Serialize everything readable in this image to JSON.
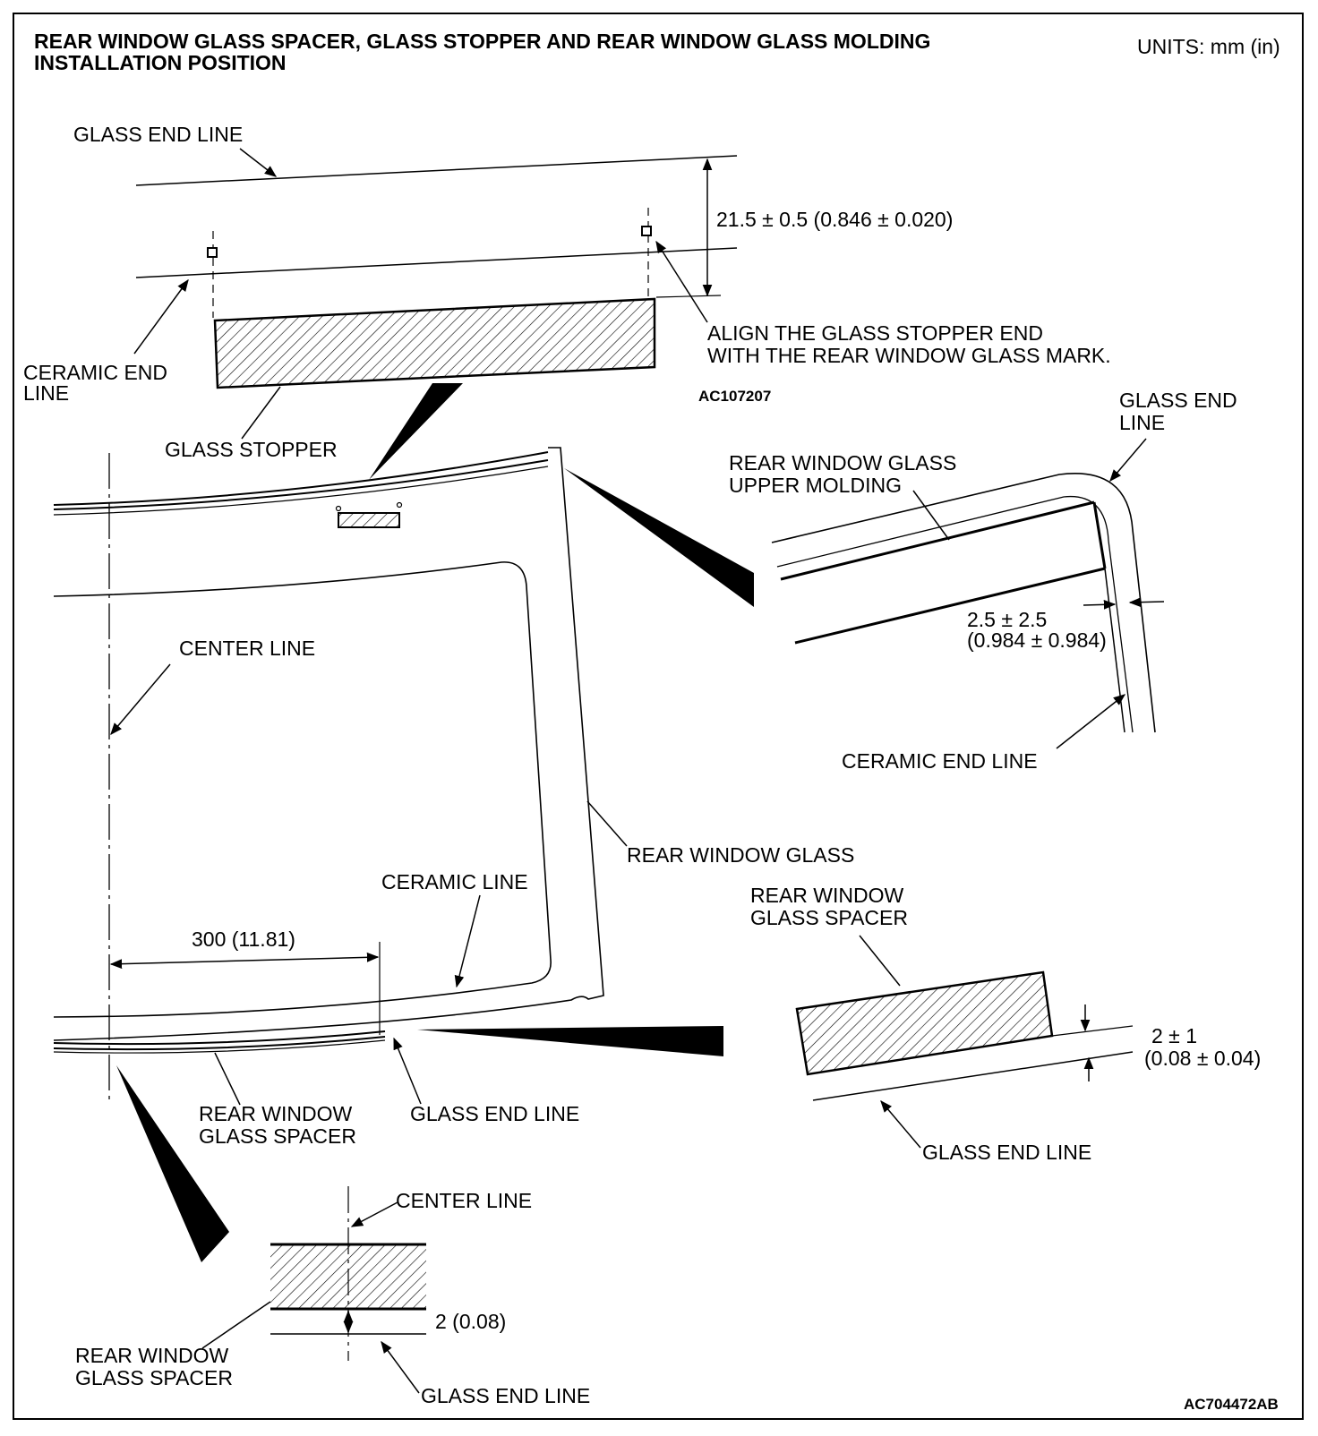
{
  "title": {
    "line1": "REAR WINDOW GLASS SPACER, GLASS STOPPER AND REAR WINDOW GLASS MOLDING",
    "line2": "INSTALLATION POSITION",
    "units": "UNITS: mm (in)"
  },
  "top_detail": {
    "glass_end_line": "GLASS END LINE",
    "dimension": "21.5 ± 0.5 (0.846 ± 0.020)",
    "ceramic_end_line_1": "CERAMIC END",
    "ceramic_end_line_2": "LINE",
    "glass_stopper": "GLASS STOPPER",
    "align_note_1": "ALIGN THE GLASS STOPPER END",
    "align_note_2": "WITH THE REAR WINDOW GLASS MARK.",
    "code": "AC107207"
  },
  "corner_detail": {
    "glass_end_line_1": "GLASS END",
    "glass_end_line_2": "LINE",
    "molding_1": "REAR WINDOW GLASS",
    "molding_2": "UPPER MOLDING",
    "dimension_1": "2.5 ± 2.5",
    "dimension_2": "(0.984 ± 0.984)",
    "ceramic_end_line": "CERAMIC END LINE"
  },
  "main_view": {
    "center_line": "CENTER LINE",
    "rear_window_glass": "REAR WINDOW GLASS",
    "ceramic_line": "CERAMIC LINE",
    "dimension": "300 (11.81)",
    "spacer_1": "REAR WINDOW",
    "spacer_2": "GLASS SPACER",
    "glass_end_line": "GLASS END LINE"
  },
  "spacer_right_detail": {
    "spacer_1": "REAR WINDOW",
    "spacer_2": "GLASS SPACER",
    "dimension_1": "2 ± 1",
    "dimension_2": "(0.08 ± 0.04)",
    "glass_end_line": "GLASS END LINE"
  },
  "spacer_bottom_detail": {
    "center_line": "CENTER LINE",
    "dimension": "2 (0.08)",
    "spacer_1": "REAR WINDOW",
    "spacer_2": "GLASS SPACER",
    "glass_end_line": "GLASS END LINE"
  },
  "figure_code": "AC704472AB"
}
